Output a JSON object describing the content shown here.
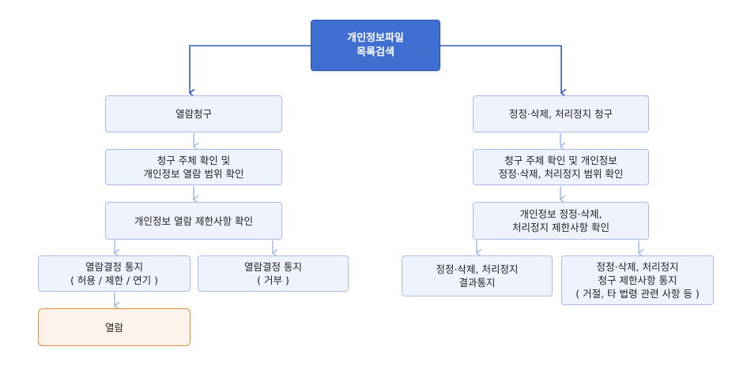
{
  "top": {
    "lines": [
      "개인정보파일",
      "목록검색"
    ]
  },
  "left": {
    "request": "열람청구",
    "verify": [
      "청구 주체 확인 및",
      "개인정보 열람 범위 확인"
    ],
    "restrict": "개인정보 열람 제한사항 확인",
    "notice_allow": [
      "열람결정 통지",
      "( 허용 / 제한 / 연기 )"
    ],
    "notice_deny": [
      "열람결정 통지",
      "( 거부 )"
    ],
    "final": "열람"
  },
  "right": {
    "request": "정정·삭제, 처리정지 청구",
    "verify": [
      "청구 주체 확인 및 개인정보",
      "정정·삭제, 처리정지 범위 확인"
    ],
    "restrict": [
      "개인정보 정정·삭제,",
      "처리정지 제한사항 확인"
    ],
    "result": [
      "정정·삭제, 처리정지",
      "결과통지"
    ],
    "notice_restrict": [
      "정정·삭제, 처리정지",
      "청구 제한사항 통지",
      "( 거절, 타 법령 관련 사항 등 )"
    ]
  },
  "colors": {
    "top_fill": "#3f6fd1",
    "box_fill": "#eef3fd",
    "box_border": "#a9bde6",
    "main_arrow": "#2d5bbd",
    "sub_arrow": "#a9bde6",
    "final_border": "#e98a3c",
    "final_fill": "#fdf3ea"
  }
}
